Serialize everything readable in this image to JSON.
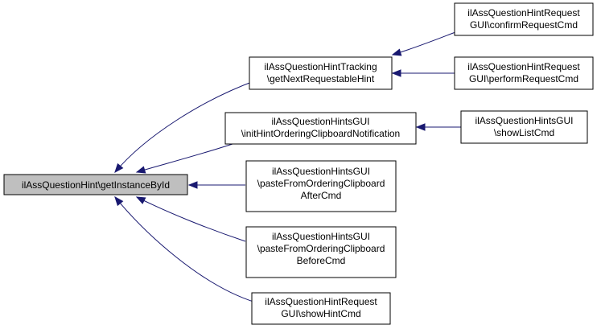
{
  "colors": {
    "edge": "#191970",
    "root_fill": "#bfbfbf",
    "node_fill": "#ffffff",
    "node_border": "#000000"
  },
  "nodes": {
    "root": {
      "lines": [
        "ilAssQuestionHint\\getInstanceById"
      ]
    },
    "tracking": {
      "lines": [
        "ilAssQuestionHintTracking",
        "\\getNextRequestableHint"
      ]
    },
    "init": {
      "lines": [
        "ilAssQuestionHintsGUI",
        "\\initHintOrderingClipboardNotification"
      ]
    },
    "paste_after": {
      "lines": [
        "ilAssQuestionHintsGUI",
        "\\pasteFromOrderingClipboard",
        "AfterCmd"
      ]
    },
    "paste_before": {
      "lines": [
        "ilAssQuestionHintsGUI",
        "\\pasteFromOrderingClipboard",
        "BeforeCmd"
      ]
    },
    "show_hint": {
      "lines": [
        "ilAssQuestionHintRequest",
        "GUI\\showHintCmd"
      ]
    },
    "confirm": {
      "lines": [
        "ilAssQuestionHintRequest",
        "GUI\\confirmRequestCmd"
      ]
    },
    "perform": {
      "lines": [
        "ilAssQuestionHintRequest",
        "GUI\\performRequestCmd"
      ]
    },
    "showlist": {
      "lines": [
        "ilAssQuestionHintsGUI",
        "\\showListCmd"
      ]
    }
  },
  "edges": [
    {
      "from": "tracking",
      "to": "root"
    },
    {
      "from": "init",
      "to": "root"
    },
    {
      "from": "paste_after",
      "to": "root"
    },
    {
      "from": "paste_before",
      "to": "root"
    },
    {
      "from": "show_hint",
      "to": "root"
    },
    {
      "from": "confirm",
      "to": "tracking"
    },
    {
      "from": "perform",
      "to": "tracking"
    },
    {
      "from": "showlist",
      "to": "init"
    }
  ]
}
